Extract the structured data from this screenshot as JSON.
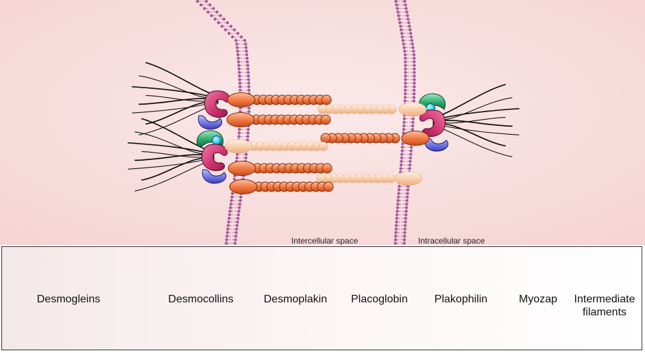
{
  "labels": {
    "intercellular": "Intercellular space",
    "intracellular": "Intracellular space"
  },
  "legend": {
    "desmogleins": "Desmogleins",
    "desmocollins": "Desmocollins",
    "desmoplakin": "Desmoplakin",
    "placoglobin": "Placoglobin",
    "plakophilin": "Plakophilin",
    "myozap": "Myozap",
    "filaments_line1": "Intermediate",
    "filaments_line2": "filaments"
  },
  "colors": {
    "desmoglein": "#f0743f",
    "desmocollin": "#f6c7a2",
    "desmoplakin": "#cc2e6c",
    "placoglobin": "#6c6fe0",
    "plakophilin": "#2aa66a",
    "myozap": "#34c6ec",
    "membrane": "#a45a99",
    "background": "#f8dede"
  }
}
